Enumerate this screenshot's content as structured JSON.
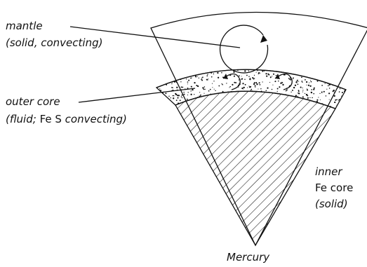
{
  "labels": {
    "mantle_line1": "mantle",
    "mantle_line2": "(solid, convecting)",
    "outer_core_line1": "outer core",
    "outer_core_line2_italic": "(fluid; ",
    "outer_core_line2_plain": "Fe S",
    "outer_core_line2_italic_end": " convecting)",
    "inner_core_line1": "inner",
    "inner_core_line2": "Fe core",
    "inner_core_line3": "(solid)",
    "planet_name": "Mercury"
  },
  "colors": {
    "ink": "#111111",
    "background": "#ffffff"
  }
}
